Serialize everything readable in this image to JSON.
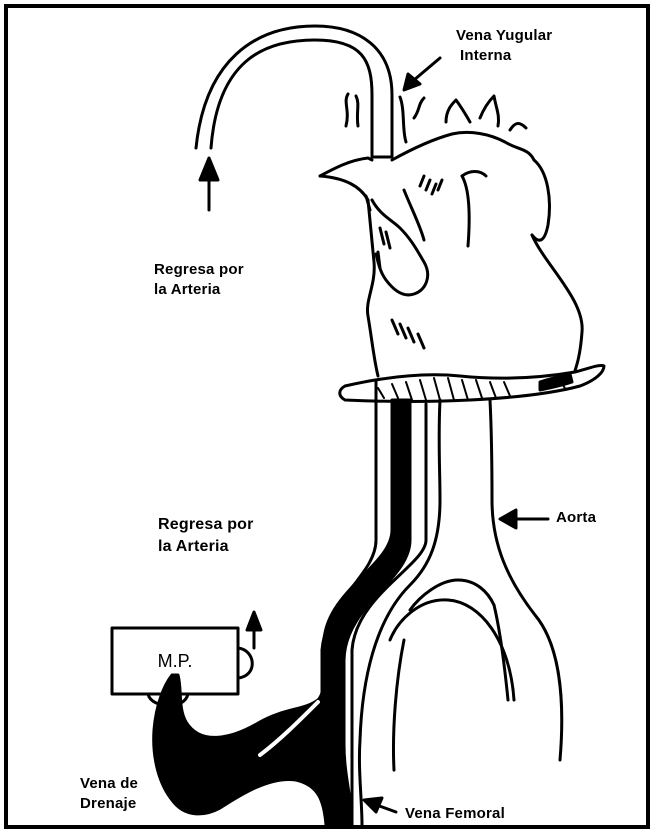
{
  "labels": {
    "vena_yugular_line1": "Vena Yugular",
    "vena_yugular_line2": "Interna",
    "regresa_top_line1": "Regresa por",
    "regresa_top_line2": "la Arteria",
    "regresa_mid_line1": "Regresa por",
    "regresa_mid_line2": "la Arteria",
    "aorta": "Aorta",
    "mp": "M.P.",
    "vena_drenaje_line1": "Vena de",
    "vena_drenaje_line2": "Drenaje",
    "vena_femoral": "Vena Femoral"
  },
  "colors": {
    "ink": "#000000",
    "paper": "#ffffff"
  }
}
